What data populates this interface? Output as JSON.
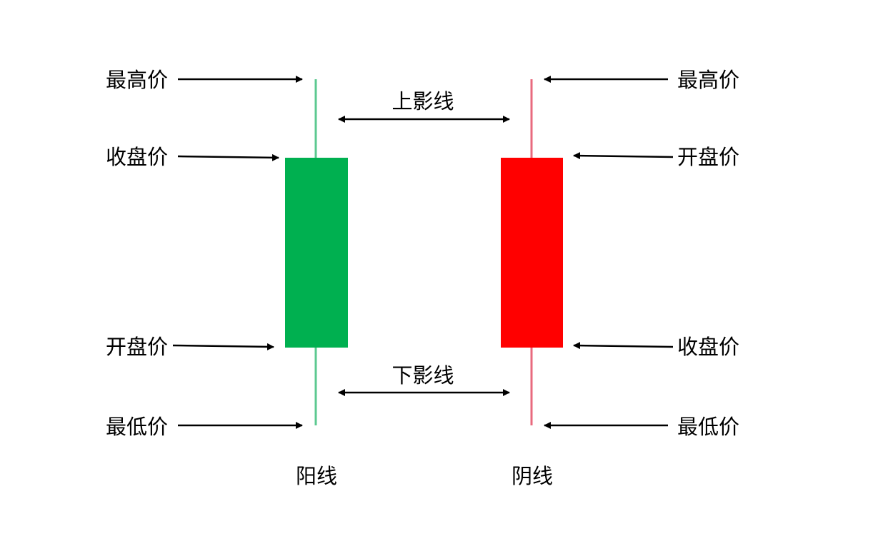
{
  "colors": {
    "bullish_body": "#00B050",
    "bullish_wick": "#5CC990",
    "bearish_body": "#FF0000",
    "bearish_wick": "#E86A7E",
    "arrow": "#000000"
  },
  "left": {
    "high": "最高价",
    "close": "收盘价",
    "open": "开盘价",
    "low": "最低价",
    "caption": "阳线"
  },
  "right": {
    "high": "最高价",
    "open": "开盘价",
    "close": "收盘价",
    "low": "最低价",
    "caption": "阴线"
  },
  "shadows": {
    "upper": "上影线",
    "lower": "下影线"
  }
}
